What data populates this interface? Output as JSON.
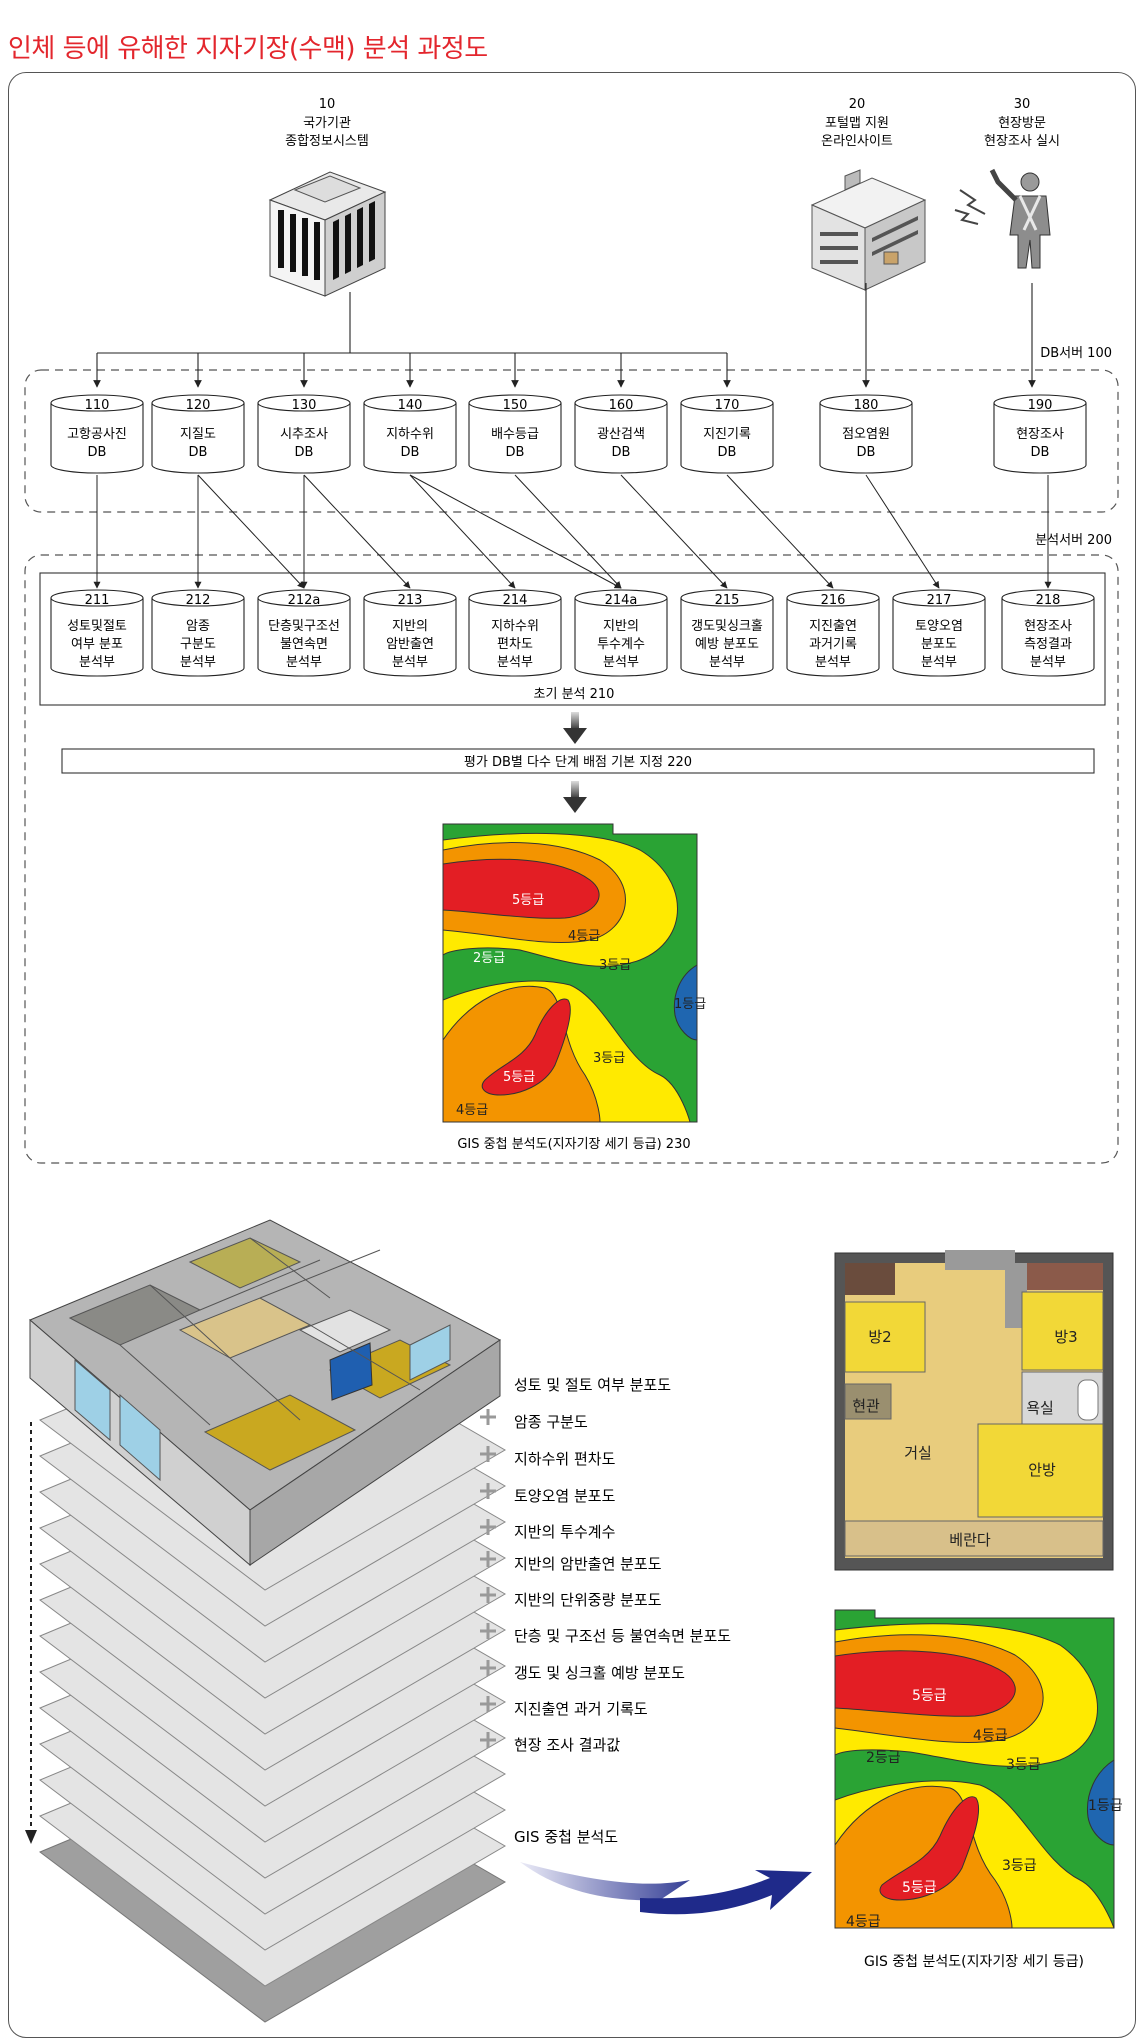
{
  "title": "인체 등에 유해한 지자기장(수맥) 분석 과정도",
  "sources": [
    {
      "num": "10",
      "label1": "국가기관",
      "label2": "종합정보시스템"
    },
    {
      "num": "20",
      "label1": "포털맵 지원",
      "label2": "온라인사이트"
    },
    {
      "num": "30",
      "label1": "현장방문",
      "label2": "현장조사 실시"
    }
  ],
  "db_server_label": "DB서버 100",
  "analysis_server_label": "분석서버 200",
  "databases": [
    {
      "num": "110",
      "line1": "고항공사진",
      "line2": "DB"
    },
    {
      "num": "120",
      "line1": "지질도",
      "line2": "DB"
    },
    {
      "num": "130",
      "line1": "시추조사",
      "line2": "DB"
    },
    {
      "num": "140",
      "line1": "지하수위",
      "line2": "DB"
    },
    {
      "num": "150",
      "line1": "배수등급",
      "line2": "DB"
    },
    {
      "num": "160",
      "line1": "광산검색",
      "line2": "DB"
    },
    {
      "num": "170",
      "line1": "지진기록",
      "line2": "DB"
    },
    {
      "num": "180",
      "line1": "점오염원",
      "line2": "DB"
    },
    {
      "num": "190",
      "line1": "현장조사",
      "line2": "DB"
    }
  ],
  "analyzers": [
    {
      "num": "211",
      "lines": [
        "성토및절토",
        "여부 분포",
        "분석부"
      ]
    },
    {
      "num": "212",
      "lines": [
        "암종",
        "구분도",
        "분석부"
      ]
    },
    {
      "num": "212a",
      "lines": [
        "단층및구조선",
        "불연속면",
        "분석부"
      ]
    },
    {
      "num": "213",
      "lines": [
        "지반의",
        "암반출연",
        "분석부"
      ]
    },
    {
      "num": "214",
      "lines": [
        "지하수위",
        "편차도",
        "분석부"
      ]
    },
    {
      "num": "214a",
      "lines": [
        "지반의",
        "투수계수",
        "분석부"
      ]
    },
    {
      "num": "215",
      "lines": [
        "갱도및싱크홀",
        "예방 분포도",
        "분석부"
      ]
    },
    {
      "num": "216",
      "lines": [
        "지진출연",
        "과거기록",
        "분석부"
      ]
    },
    {
      "num": "217",
      "lines": [
        "토양오염",
        "분포도",
        "분석부"
      ]
    },
    {
      "num": "218",
      "lines": [
        "현장조사",
        "측정결과",
        "분석부"
      ]
    }
  ],
  "initial_analysis_label": "초기 분석 210",
  "weight_label": "평가 DB별 다수 단계 배점 기본 지정 220",
  "gis_map_caption": "GIS 중첩 분석도(지자기장 세기 등급)  230",
  "grades": {
    "g1": "1등급",
    "g2": "2등급",
    "g3": "3등급",
    "g4": "4등급",
    "g5": "5등급"
  },
  "layers": [
    "성토 및 절토 여부 분포도",
    "암종 구분도",
    "지하수위 편차도",
    "토양오염 분포도",
    "지반의 투수계수",
    "지반의 암반출연 분포도",
    "지반의 단위중량 분포도",
    "단층 및 구조선 등 불연속면 분포도",
    "갱도 및 싱크홀 예방 분포도",
    "지진출연 과거 기록도",
    "현장 조사 결과값"
  ],
  "gis_overlay_label": "GIS 중첩 분석도",
  "floor_plan": {
    "room2": "방2",
    "room3": "방3",
    "entrance": "현관",
    "bath": "욕실",
    "living": "거실",
    "master": "안방",
    "veranda": "베란다"
  },
  "bottom_map_caption": "GIS 중첩 분석도(지자기장 세기 등급)",
  "colors": {
    "title": "#e3262d",
    "grade1": "#1f66b0",
    "grade2": "#2aa334",
    "grade3": "#ffea00",
    "grade4": "#f39400",
    "grade5": "#e31e24"
  }
}
